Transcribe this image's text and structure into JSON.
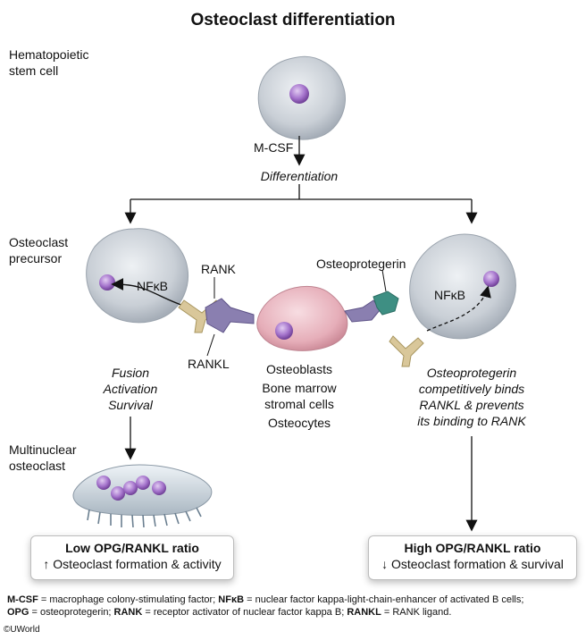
{
  "title": "Osteoclast differentiation",
  "labels": {
    "hsc_line1": "Hematopoietic",
    "hsc_line2": "stem cell",
    "mcsf": "M-CSF",
    "differentiation": "Differentiation",
    "precursor_line1": "Osteoclast",
    "precursor_line2": "precursor",
    "rank": "RANK",
    "rankl": "RANKL",
    "nfkb_left": "NFκB",
    "nfkb_right": "NFκB",
    "osteoprotegerin": "Osteoprotegerin",
    "stromal_line1": "Osteoblasts",
    "stromal_line2": "Bone marrow",
    "stromal_line3": "stromal cells",
    "stromal_line4": "Osteocytes",
    "fusion": "Fusion",
    "activation": "Activation",
    "survival": "Survival",
    "opg_line1": "Osteoprotegerin",
    "opg_line2": "competitively binds",
    "opg_line3": "RANKL & prevents",
    "opg_line4": "its binding to RANK",
    "multi_line1": "Multinuclear",
    "multi_line2": "osteoclast"
  },
  "boxes": {
    "low_title": "Low OPG/RANKL ratio",
    "low_sub": "↑ Osteoclast formation & activity",
    "high_title": "High OPG/RANKL ratio",
    "high_sub": "↓ Osteoclast formation & survival"
  },
  "footnote": {
    "mcsf_term": "M-CSF",
    "mcsf_def": " = macrophage colony-stimulating factor; ",
    "nfkb_term": "NFκB",
    "nfkb_def": " = nuclear factor kappa-light-chain-enhancer of activated B cells;",
    "opg_term": "OPG",
    "opg_def": " = osteoprotegerin; ",
    "rank_term": "RANK",
    "rank_def": " = receptor activator of nuclear factor kappa B; ",
    "rankl_term": "RANKL",
    "rankl_def": " = RANK ligand."
  },
  "copyright": "©UWorld",
  "colors": {
    "cell_body": "#c9cfd6",
    "nucleus": "#9b6bc2",
    "stromal_cell": "#e8b7c0",
    "rank_receptor": "#8a7fb0",
    "rankl_ligand": "#d9c79a",
    "opg": "#3e8f83"
  }
}
